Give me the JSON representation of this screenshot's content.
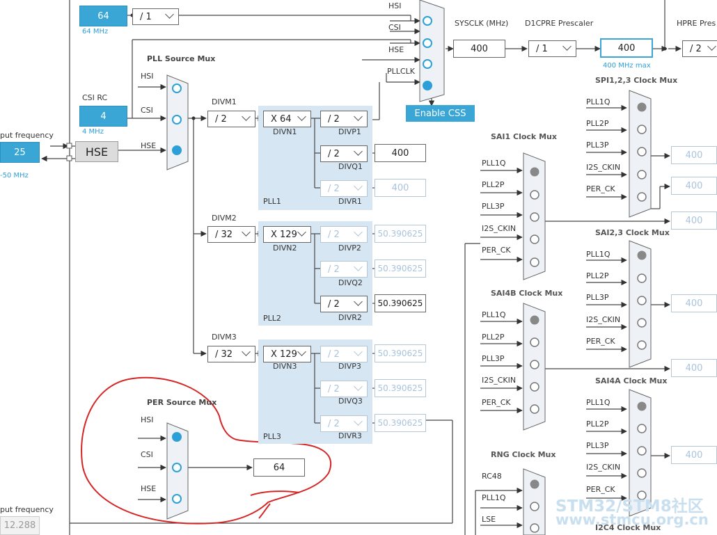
{
  "top_left": {
    "hsi_value": "64",
    "hsi_div": "/ 1",
    "hsi_freq": "64 MHz"
  },
  "csi": {
    "title": "CSI RC",
    "value": "4",
    "freq": "4 MHz"
  },
  "hse": {
    "input_label": "put frequency",
    "value": "25",
    "range": "-50 MHz",
    "box_label": "HSE"
  },
  "pll_source_mux": {
    "title": "PLL Source Mux",
    "in_hsi": "HSI",
    "in_csi": "CSI",
    "in_hse": "HSE"
  },
  "sys_mux": {
    "in_hsi": "HSI",
    "in_csi": "CSI",
    "in_hse": "HSE",
    "in_pllclk": "PLLCLK"
  },
  "sysclk": {
    "label": "SYSCLK (MHz)",
    "value": "400"
  },
  "d1cpre": {
    "label": "D1CPRE Prescaler",
    "value": "/ 1"
  },
  "hpre": {
    "label": "HPRE Pres",
    "value": "/ 2",
    "cpu_value": "400",
    "cpu_note": "400 MHz max"
  },
  "enable_css": "Enable CSS",
  "pll1": {
    "divm_label": "DIVM1",
    "divm": "/ 2",
    "divn": "X 64",
    "divn_label": "DIVN1",
    "divp": "/ 2",
    "divp_label": "DIVP1",
    "divq": "/ 2",
    "divq_label": "DIVQ1",
    "divq_out": "400",
    "divr": "/ 2",
    "divr_label": "DIVR1",
    "divr_out": "400",
    "name": "PLL1"
  },
  "pll2": {
    "divm_label": "DIVM2",
    "divm": "/ 32",
    "divn": "X 129",
    "divn_label": "DIVN2",
    "divp": "/ 2",
    "divp_label": "DIVP2",
    "divp_out": "50.390625",
    "divq": "/ 2",
    "divq_label": "DIVQ2",
    "divq_out": "50.390625",
    "divr": "/ 2",
    "divr_label": "DIVR2",
    "divr_out": "50.390625",
    "name": "PLL2"
  },
  "pll3": {
    "divm_label": "DIVM3",
    "divm": "/ 32",
    "divn": "X 129",
    "divn_label": "DIVN3",
    "divp": "/ 2",
    "divp_label": "DIVP3",
    "divp_out": "50.390625",
    "divq": "/ 2",
    "divq_label": "DIVQ3",
    "divq_out": "50.390625",
    "divr": "/ 2",
    "divr_label": "DIVR3",
    "divr_out": "50.390625",
    "name": "PLL3"
  },
  "per_mux": {
    "title": "PER Source Mux",
    "in_hsi": "HSI",
    "in_csi": "CSI",
    "in_hse": "HSE",
    "value": "64"
  },
  "sai1": {
    "title": "SAI1 Clock Mux",
    "inputs": [
      "PLL1Q",
      "PLL2P",
      "PLL3P",
      "I2S_CKIN",
      "PER_CK"
    ]
  },
  "sai4b": {
    "title": "SAI4B Clock Mux",
    "inputs": [
      "PLL1Q",
      "PLL2P",
      "PLL3P",
      "I2S_CKIN",
      "PER_CK"
    ]
  },
  "rng": {
    "title": "RNG Clock Mux",
    "inputs": [
      "RC48",
      "PLL1Q",
      "LSE"
    ]
  },
  "spi123": {
    "title": "SPI1,2,3 Clock Mux",
    "inputs": [
      "PLL1Q",
      "PLL2P",
      "PLL3P",
      "I2S_CKIN",
      "PER_CK"
    ],
    "out1": "400",
    "out2": "400",
    "out3": "400"
  },
  "sai23": {
    "title": "SAI2,3 Clock Mux",
    "inputs": [
      "PLL1Q",
      "PLL2P",
      "PLL3P",
      "I2S_CKIN",
      "PER_CK"
    ],
    "out1": "400",
    "out2": "400"
  },
  "sai4a": {
    "title": "SAI4A Clock Mux",
    "inputs": [
      "PLL1Q",
      "PLL2P",
      "PLL3P",
      "I2S_CKIN",
      "PER_CK"
    ],
    "out1": "400"
  },
  "i2c4": {
    "title": "I2C4 Clock Mux"
  },
  "bottom_left": {
    "label": "put frequency",
    "value": "12.288"
  },
  "watermark": {
    "line1": "STM32/STM8社区",
    "line2": "www.stmcu.org.cn"
  }
}
